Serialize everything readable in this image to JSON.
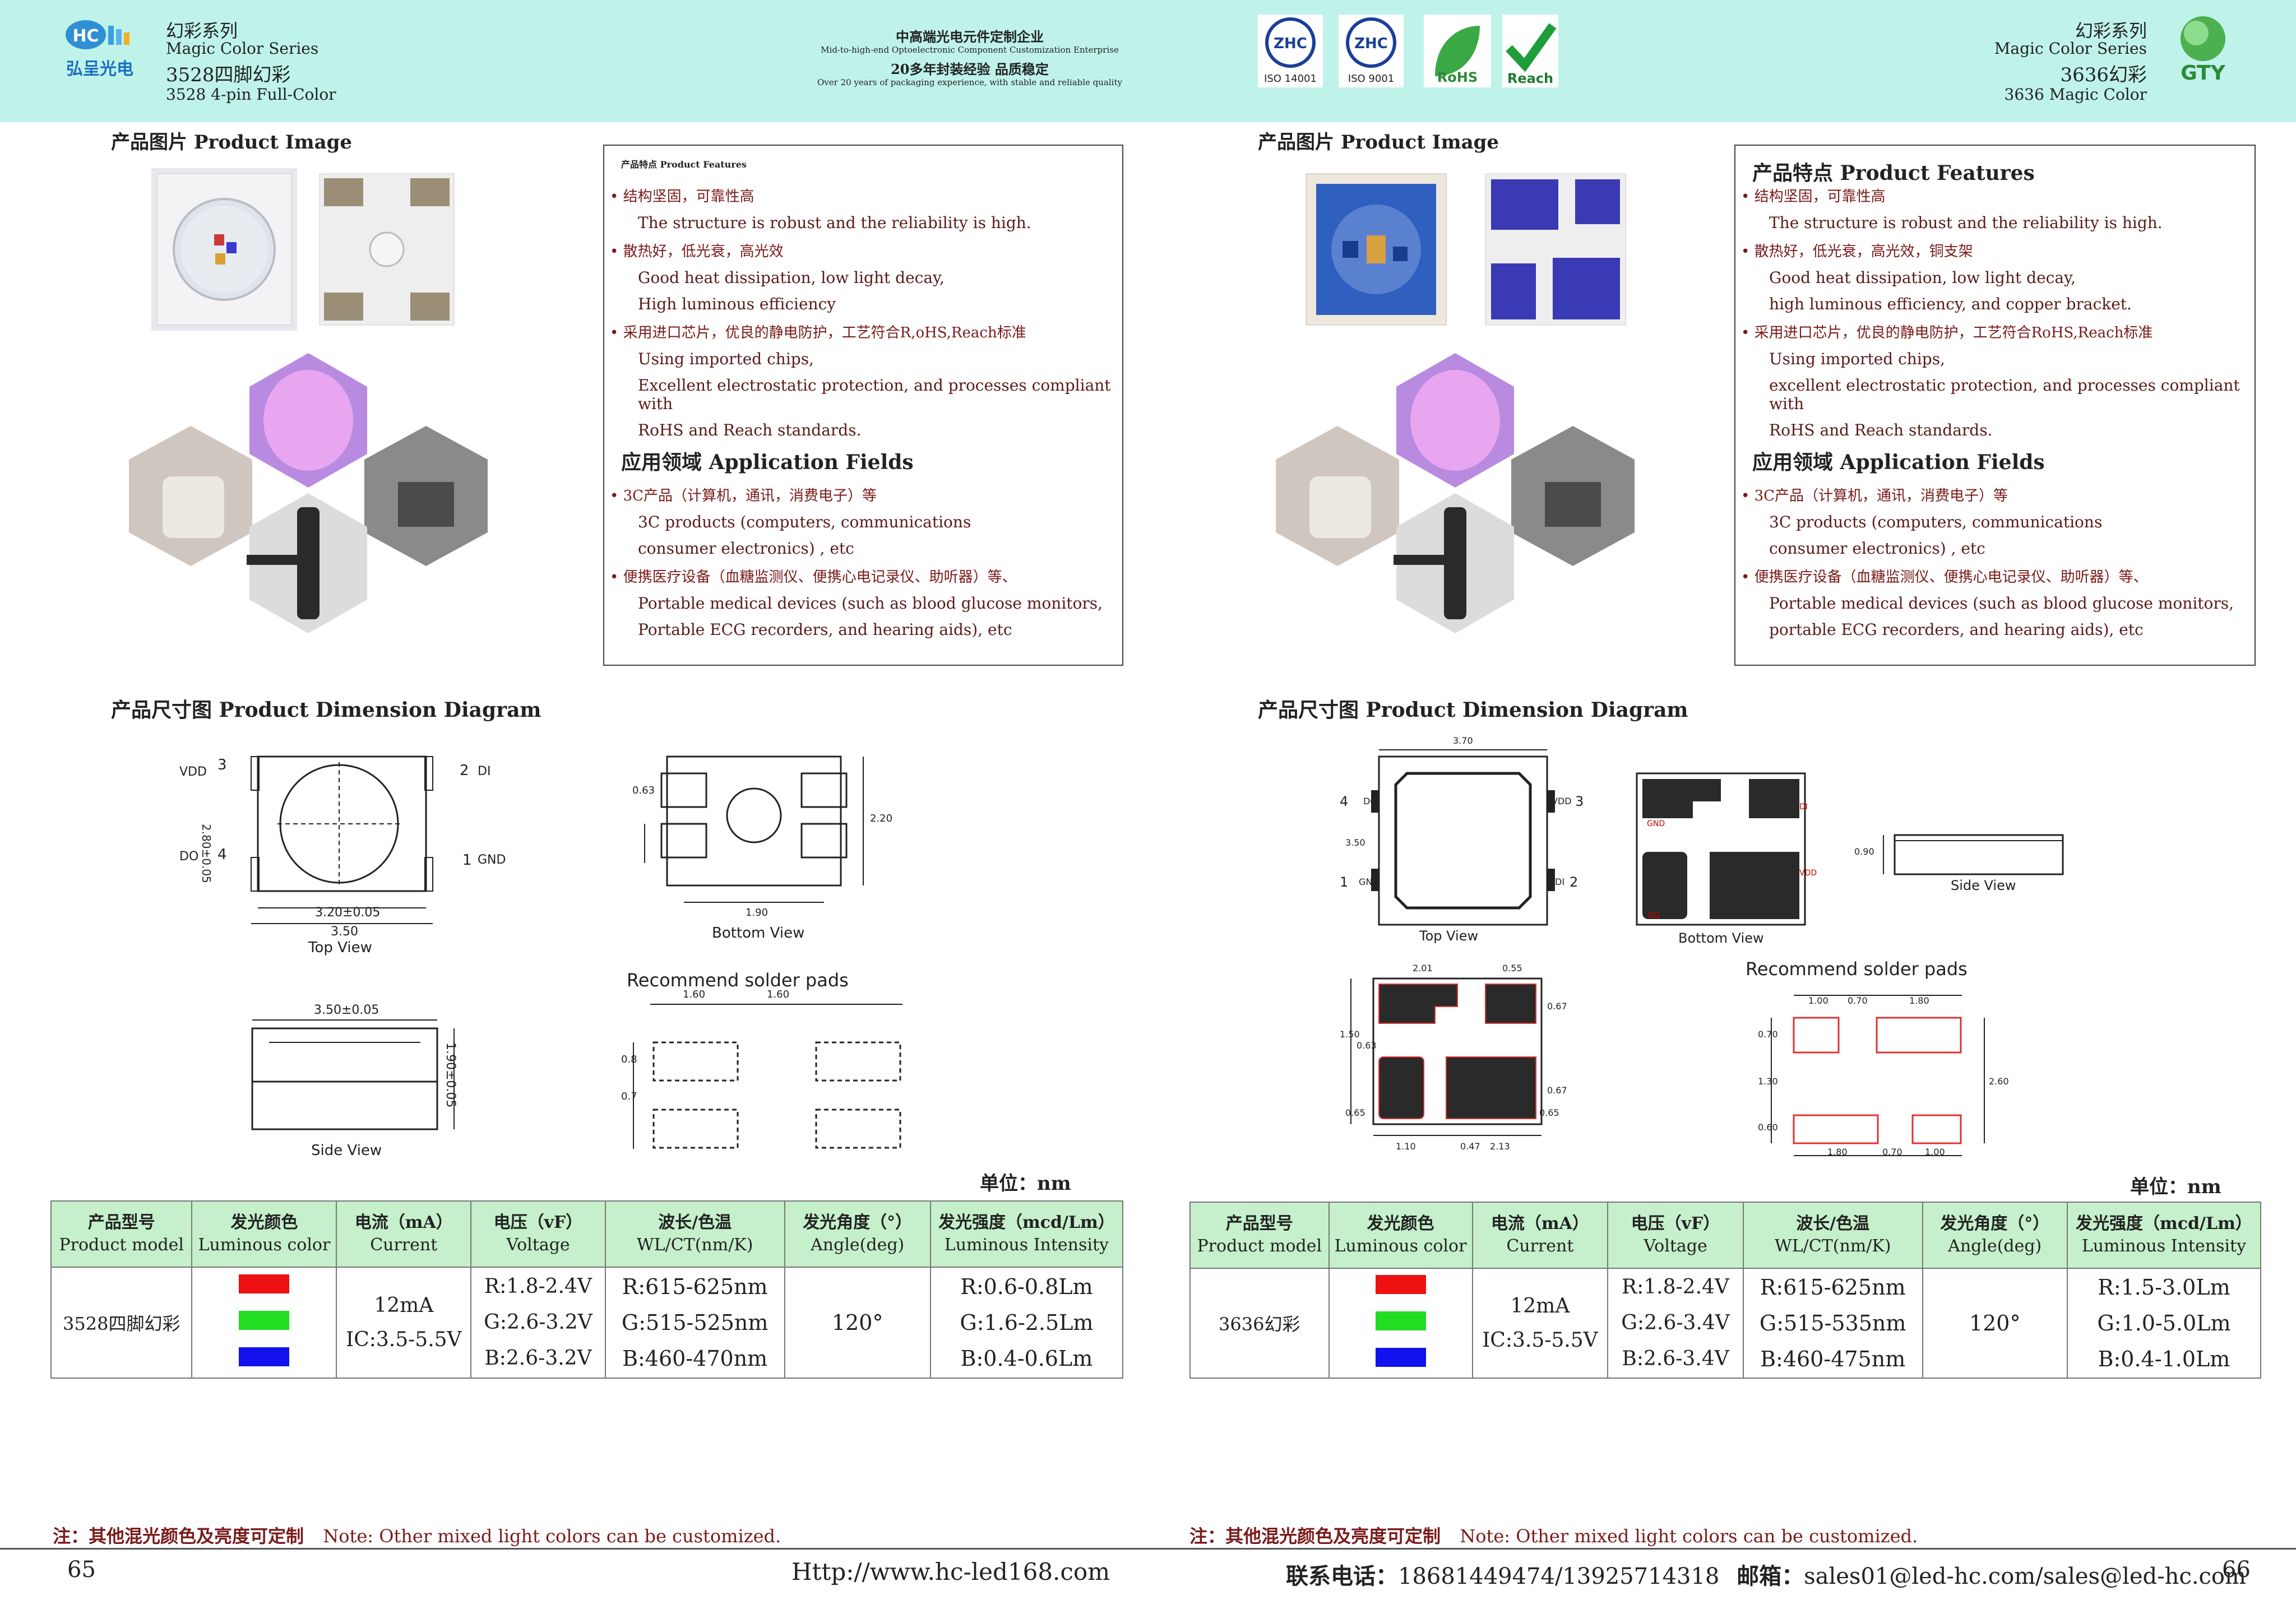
{
  "header": {
    "left_logo_text": "HC",
    "left_brand": "弘呈光电",
    "left_series_cn": "幻彩系列",
    "left_series_en": "Magic Color Series",
    "left_model_cn": "3528四脚幻彩",
    "left_model_en": "3528 4-pin Full-Color",
    "center_cn1": "中高端光电元件定制企业",
    "center_en1": "Mid-to-high-end Optoelectronic Component Customization Enterprise",
    "center_cn2": "20多年封装经验  品质稳定",
    "center_en2": "Over 20 years of packaging experience, with stable and reliable quality",
    "cert1": "ISO 14001",
    "cert2": "ISO 9001",
    "cert3": "RoHS",
    "cert4": "Reach",
    "cert_badge": "ZHC",
    "right_series_cn": "幻彩系列",
    "right_series_en": "Magic Color Series",
    "right_model_cn": "3636幻彩",
    "right_model_en": "3636 Magic Color",
    "right_logo_text": "GTY",
    "colors": {
      "header_bg": "#bff3ea",
      "table_header_bg": "#c5f0cb",
      "bullet_text": "#7a1a1a"
    }
  },
  "left": {
    "product_image_title": "产品图片  Product Image",
    "features_title": "产品特点   Product Features",
    "features": [
      {
        "cn": "结构坚固，可靠性高",
        "en": [
          "The structure is robust and the reliability is high."
        ]
      },
      {
        "cn": "散热好，低光衰，高光效",
        "en": [
          "Good heat dissipation, low light decay,",
          "High luminous efficiency"
        ]
      },
      {
        "cn": "采用进口芯片，优良的静电防护，工艺符合R,oHS,Reach标准",
        "en": [
          "Using imported chips,",
          "Excellent electrostatic protection, and processes compliant with",
          "RoHS and Reach standards."
        ]
      }
    ],
    "app_title": "应用领域   Application Fields",
    "apps": [
      {
        "cn": "3C产品（计算机，通讯，消费电子）等",
        "en": [
          "3C products (computers, communications",
          "consumer electronics) , etc"
        ]
      },
      {
        "cn": "便携医疗设备（血糖监测仪、便携心电记录仪、助听器）等、",
        "en": [
          "Portable medical devices (such as blood glucose monitors,",
          "Portable ECG recorders, and hearing aids), etc"
        ]
      }
    ],
    "dimension_title": "产品尺寸图    Product Dimension Diagram",
    "dim": {
      "vdd": "VDD",
      "pin3": "3",
      "pin2": "2",
      "di": "DI",
      "do": "DO",
      "pin4": "4",
      "pin1": "1",
      "gnd": "GND",
      "width_inner": "3.20±0.05",
      "width_outer": "3.50",
      "height_side": "2.80±0.05",
      "top_view": "Top View",
      "bottom_view": "Bottom View",
      "side_view": "Side View",
      "bv_063": "0.63",
      "bv_220": "2.20",
      "bv_190": "1.90",
      "side_w": "3.50±0.05",
      "side_h": "1.90±0.05",
      "solder_title": "Recommend solder pads",
      "pad_160a": "1.60",
      "pad_160b": "1.60",
      "pad_08": "0.8",
      "pad_07": "0.7"
    },
    "unit_label": "单位：nm",
    "table": {
      "headers": [
        {
          "cn": "产品型号",
          "en": "Product model"
        },
        {
          "cn": "发光颜色",
          "en": "Luminous color"
        },
        {
          "cn": "电流（mA）",
          "en": "Current"
        },
        {
          "cn": "电压（vF）",
          "en": "Voltage"
        },
        {
          "cn": "波长/色温",
          "en": "WL/CT(nm/K)"
        },
        {
          "cn": "发光角度（°）",
          "en": "Angle(deg)"
        },
        {
          "cn": "发光强度（mcd/Lm）",
          "en": "Luminous Intensity"
        }
      ],
      "model": "3528四脚幻彩",
      "current1": "12mA",
      "current2": "IC:3.5-5.5V",
      "voltage": [
        "R:1.8-2.4V",
        "G:2.6-3.2V",
        "B:2.6-3.2V"
      ],
      "wavelength": [
        "R:615-625nm",
        "G:515-525nm",
        "B:460-470nm"
      ],
      "angle": "120°",
      "intensity": [
        "R:0.6-0.8Lm",
        "G:1.6-2.5Lm",
        "B:0.4-0.6Lm"
      ],
      "swatches": [
        "#ee1111",
        "#22dd22",
        "#1111ee"
      ]
    },
    "note_cn": "注：其他混光颜色及亮度可定制",
    "note_en": "Note: Other mixed light colors can be customized.",
    "page_number": "65",
    "website": "Http://www.hc-led168.com"
  },
  "right": {
    "product_image_title": "产品图片  Product Image",
    "features_title": "产品特点   Product Features",
    "features": [
      {
        "cn": "结构坚固，可靠性高",
        "en": [
          "The structure is robust and the reliability is high."
        ]
      },
      {
        "cn": "散热好，低光衰，高光效，铜支架",
        "en": [
          "Good heat dissipation, low light decay,",
          "high luminous efficiency, and copper bracket."
        ]
      },
      {
        "cn": "采用进口芯片，优良的静电防护，工艺符合RoHS,Reach标准",
        "en": [
          "Using imported chips,",
          "excellent electrostatic protection, and processes compliant with",
          "RoHS and Reach standards."
        ]
      }
    ],
    "app_title": "应用领域   Application Fields",
    "apps": [
      {
        "cn": "3C产品（计算机，通讯，消费电子）等",
        "en": [
          "3C products (computers, communications",
          "consumer electronics) , etc"
        ]
      },
      {
        "cn": "便携医疗设备（血糖监测仪、便携心电记录仪、助听器）等、",
        "en": [
          "Portable medical devices (such as blood glucose monitors,",
          "portable ECG recorders, and hearing aids), etc"
        ]
      }
    ],
    "dimension_title": "产品尺寸图    Product Dimension Diagram",
    "dim": {
      "w370": "3.70",
      "pin4": "4",
      "do": "DO",
      "vdd": "VDD",
      "pin3": "3",
      "h350": "3.50",
      "pin1": "1",
      "gnd": "GND",
      "di": "DI",
      "pin2": "2",
      "top_view": "Top View",
      "bv_gnd": "GND",
      "bv_di": "DI",
      "bv_vdd": "VDD",
      "bv_do": "DO",
      "bottom_view": "Bottom View",
      "side_090": "0.90",
      "side_view": "Side View",
      "p201": "2.01",
      "p055": "0.55",
      "p150": "1.50",
      "p063": "0.63",
      "p067a": "0.67",
      "p067b": "0.67",
      "p065a": "0.65",
      "p065b": "0.65",
      "p110": "1.10",
      "p047": "0.47",
      "p213": "2.13",
      "solder_title": "Recommend solder pads",
      "s100a": "1.00",
      "s070a": "0.70",
      "s180a": "1.80",
      "s070b": "0.70",
      "s130": "1.30",
      "s060": "0.60",
      "s260": "2.60",
      "s180b": "1.80",
      "s070c": "0.70",
      "s100b": "1.00"
    },
    "unit_label": "单位：nm",
    "table": {
      "headers": [
        {
          "cn": "产品型号",
          "en": "Product model"
        },
        {
          "cn": "发光颜色",
          "en": "Luminous color"
        },
        {
          "cn": "电流（mA）",
          "en": "Current"
        },
        {
          "cn": "电压（vF）",
          "en": "Voltage"
        },
        {
          "cn": "波长/色温",
          "en": "WL/CT(nm/K)"
        },
        {
          "cn": "发光角度（°）",
          "en": "Angle(deg)"
        },
        {
          "cn": "发光强度（mcd/Lm）",
          "en": "Luminous Intensity"
        }
      ],
      "model": "3636幻彩",
      "current1": "12mA",
      "current2": "IC:3.5-5.5V",
      "voltage": [
        "R:1.8-2.4V",
        "G:2.6-3.4V",
        "B:2.6-3.4V"
      ],
      "wavelength": [
        "R:615-625nm",
        "G:515-535nm",
        "B:460-475nm"
      ],
      "angle": "120°",
      "intensity": [
        "R:1.5-3.0Lm",
        "G:1.0-5.0Lm",
        "B:0.4-1.0Lm"
      ],
      "swatches": [
        "#ee1111",
        "#22dd22",
        "#1111ee"
      ]
    },
    "note_cn": "注：其他混光颜色及亮度可定制",
    "note_en": "Note: Other mixed light colors can be customized.",
    "contact_label": "联系电话：",
    "phone": "18681449474/13925714318",
    "email_label": "邮箱：",
    "email": "sales01@led-hc.com/sales@led-hc.com",
    "page_number": "66"
  }
}
